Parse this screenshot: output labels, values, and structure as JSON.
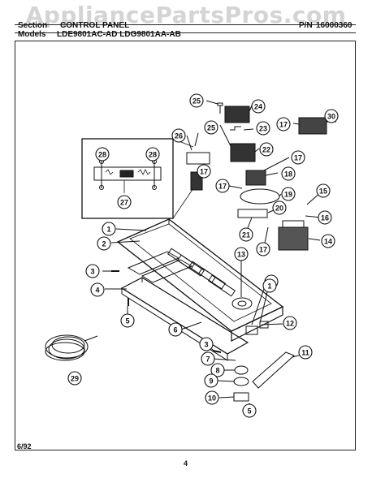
{
  "watermark": "AppliancePartsPros.com",
  "header": {
    "section_label": "Section",
    "section_value": "CONTROL PANEL",
    "pn_label": "P/N",
    "pn_value": "16000360",
    "models_label": "Models",
    "models_value": "LDE9801AC-AD    LDG9801AA-AB"
  },
  "footer": {
    "date": "6/92",
    "page_number": "4"
  },
  "callouts": [
    "1",
    "2",
    "3",
    "4",
    "5",
    "6",
    "7",
    "8",
    "9",
    "10",
    "11",
    "12",
    "13",
    "14",
    "15",
    "16",
    "17",
    "18",
    "19",
    "20",
    "21",
    "22",
    "23",
    "24",
    "25",
    "26",
    "27",
    "28",
    "29",
    "30"
  ],
  "colors": {
    "ink": "#111111",
    "paper": "#ffffff",
    "watermark": "#a0a0a0"
  }
}
